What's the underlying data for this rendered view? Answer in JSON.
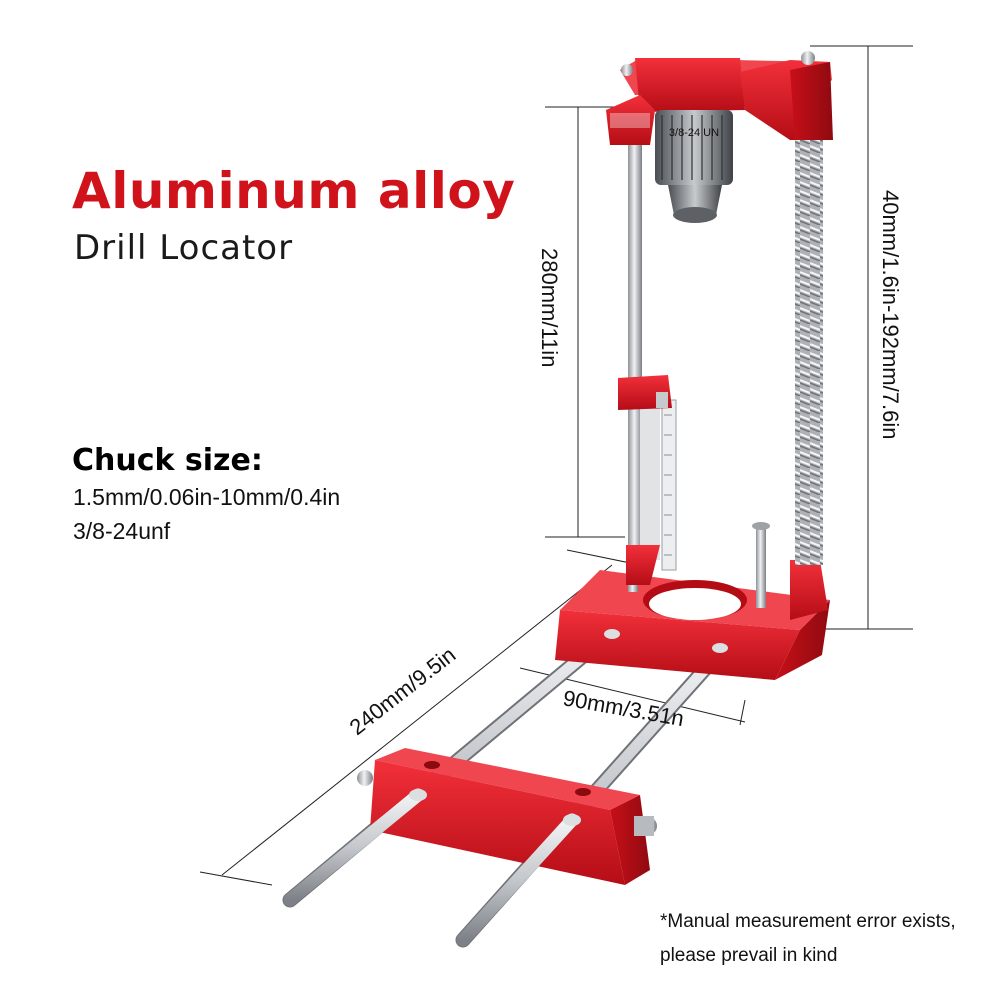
{
  "heading": {
    "title": "Aluminum alloy",
    "subtitle": "Drill Locator"
  },
  "chuck": {
    "heading": "Chuck size:",
    "line1": "1.5mm/0.06in-10mm/0.4in",
    "line2": "3/8-24unf"
  },
  "dimensions": {
    "height_column": "280mm/11in",
    "stroke_range": "40mm/1.6in-192mm/7.6in",
    "rod_length": "240mm/9.5in",
    "rod_spacing": "90mm/3.51n"
  },
  "chuck_marking": "3/8-24 UN",
  "note": {
    "line1": "*Manual measurement error exists,",
    "line2": "please prevail in kind"
  },
  "colors": {
    "title_red": "#d0121b",
    "body_red": "#e0141f",
    "steel": "#c9ccd0"
  }
}
